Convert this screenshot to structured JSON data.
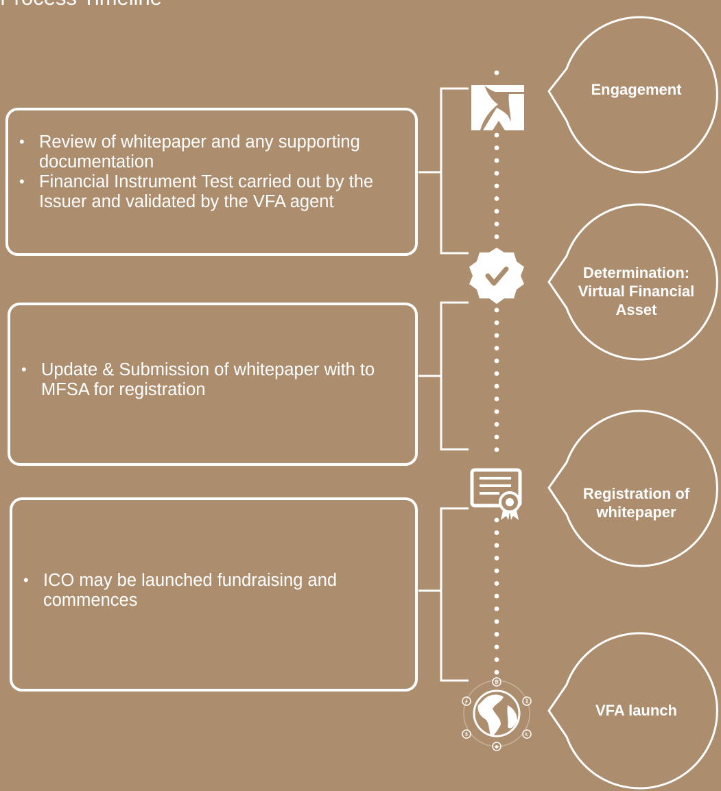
{
  "page": {
    "title": "Process Timeline",
    "background_color": "#AC8E6F",
    "foreground_color": "#FFFFFF"
  },
  "steps": [
    {
      "bullets": [
        "Review of whitepaper and any supporting documentation",
        "Financial Instrument Test carried out by the Issuer and validated by the VFA agent"
      ]
    },
    {
      "bullets": [
        "Update & Submission of whitepaper with to MFSA for registration"
      ]
    },
    {
      "bullets": [
        "ICO may be launched fundraising and commences"
      ]
    }
  ],
  "milestones": [
    {
      "label": "Engagement",
      "icon": "engagement-logo-icon"
    },
    {
      "label": "Determination: Virtual Financial Asset",
      "icon": "verified-check-badge-icon"
    },
    {
      "label": "Registration of whitepaper",
      "icon": "certificate-icon"
    },
    {
      "label": "VFA launch",
      "icon": "crypto-globe-icon"
    }
  ]
}
